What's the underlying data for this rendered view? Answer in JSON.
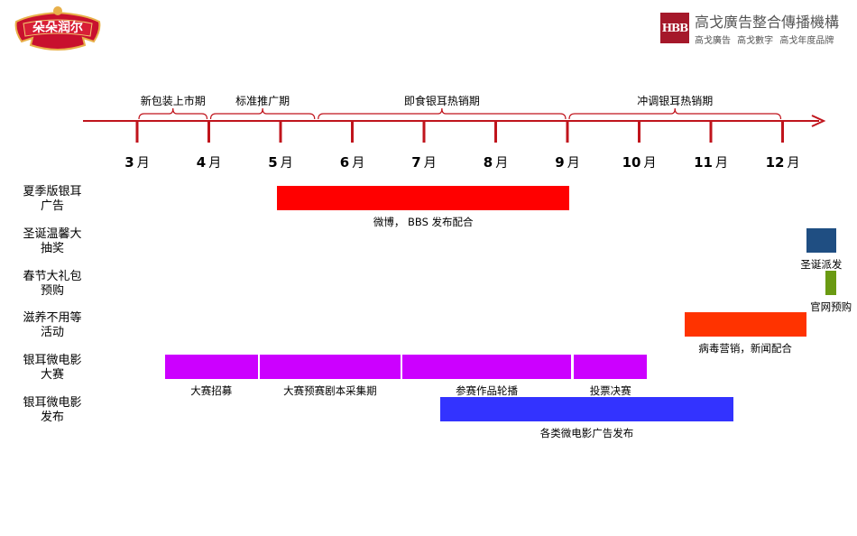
{
  "logo_left": {
    "text": "朵朵润尔",
    "color": "#c8102e",
    "icon": "ribbon-banner-logo"
  },
  "logo_right": {
    "mark": "HBB",
    "title": "高戈廣告整合傳播機構",
    "subtitle": "高戈廣告  高戈數字  高戈年度品牌",
    "color": "#a5182a"
  },
  "timeline": {
    "axis_color": "#c0141c",
    "months": [
      {
        "num": "3",
        "unit": "月"
      },
      {
        "num": "4",
        "unit": "月"
      },
      {
        "num": "5",
        "unit": "月"
      },
      {
        "num": "6",
        "unit": "月"
      },
      {
        "num": "7",
        "unit": "月"
      },
      {
        "num": "8",
        "unit": "月"
      },
      {
        "num": "9",
        "unit": "月"
      },
      {
        "num": "10",
        "unit": "月"
      },
      {
        "num": "11",
        "unit": "月"
      },
      {
        "num": "12",
        "unit": "月"
      }
    ],
    "phases": [
      {
        "label": "新包装上市期",
        "start": 3.0,
        "end": 4.0
      },
      {
        "label": "标准推广期",
        "start": 4.0,
        "end": 5.5
      },
      {
        "label": "即食银耳热销期",
        "start": 5.5,
        "end": 9.0
      },
      {
        "label": "冲调银耳热销期",
        "start": 9.0,
        "end": 12.0
      }
    ]
  },
  "rows": [
    {
      "label": "夏季版银耳广告",
      "bars": [
        {
          "start": 4.95,
          "end": 9.03,
          "color": "#ff0000",
          "caption": "微博， BBS 发布配合"
        }
      ]
    },
    {
      "label": "圣诞温馨大抽奖",
      "bars": [
        {
          "start": 12.33,
          "end": 12.75,
          "color": "#1f4e82",
          "caption": "圣诞派发"
        }
      ]
    },
    {
      "label": "春节大礼包预购",
      "bars": [
        {
          "start": 12.6,
          "end": 12.75,
          "color": "#6a9a12",
          "caption": "官网预购"
        }
      ]
    },
    {
      "label": "滋养不用等活动",
      "bars": [
        {
          "start": 10.63,
          "end": 12.33,
          "color": "#ff3300",
          "caption": "病毒营销，新闻配合"
        }
      ]
    },
    {
      "label": "银耳微电影大赛",
      "bars": [
        {
          "start": 3.39,
          "end": 4.68,
          "color": "#cc00ff",
          "caption": "大赛招募"
        },
        {
          "start": 4.71,
          "end": 6.67,
          "color": "#cc00ff",
          "caption": "大赛预赛剧本采集期"
        },
        {
          "start": 6.7,
          "end": 9.05,
          "color": "#cc00ff",
          "caption": "参赛作品轮播"
        },
        {
          "start": 9.09,
          "end": 10.11,
          "color": "#cc00ff",
          "caption": "投票决赛"
        }
      ]
    },
    {
      "label": "银耳微电影发布",
      "bars": [
        {
          "start": 7.23,
          "end": 11.31,
          "color": "#3333ff",
          "caption": "各类微电影广告发布"
        }
      ]
    }
  ]
}
